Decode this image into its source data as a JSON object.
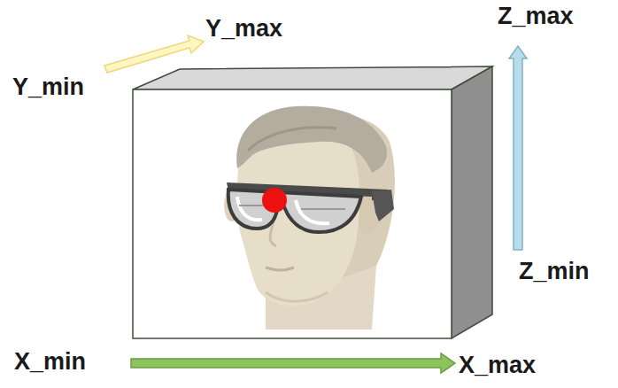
{
  "diagram": {
    "labels": [
      "Y_min",
      "Y_max",
      "Z_max",
      "Z_min",
      "X_min",
      "X_max"
    ]
  }
}
